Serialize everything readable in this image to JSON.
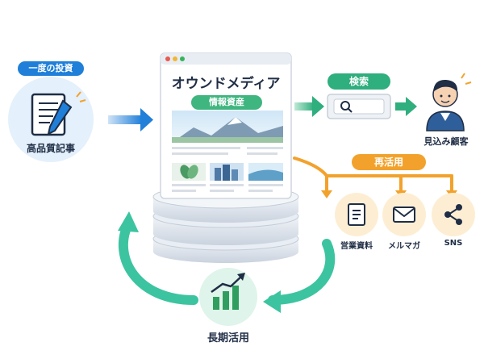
{
  "badges": {
    "investment": "一度の投資",
    "info_asset": "情報資産",
    "search": "検索",
    "reuse": "再活用"
  },
  "labels": {
    "quality_article": "高品質記事",
    "media_title": "オウンドメディア",
    "prospect": "見込み顧客",
    "sales_material": "営業資料",
    "newsletter": "メルマガ",
    "sns": "SNS",
    "long_term": "長期活用"
  },
  "colors": {
    "blue_accent": "#1f7fd9",
    "green_accent": "#2fae7e",
    "orange_accent": "#f2a22c",
    "teal_ring": "#3cc4a0",
    "circle_bg": "#e4f0fb",
    "dark_navy": "#1f2d45"
  },
  "icons": [
    "document-pen-icon",
    "magnifier-icon",
    "person-icon",
    "document-icon",
    "mail-icon",
    "share-icon",
    "growth-chart-icon"
  ]
}
